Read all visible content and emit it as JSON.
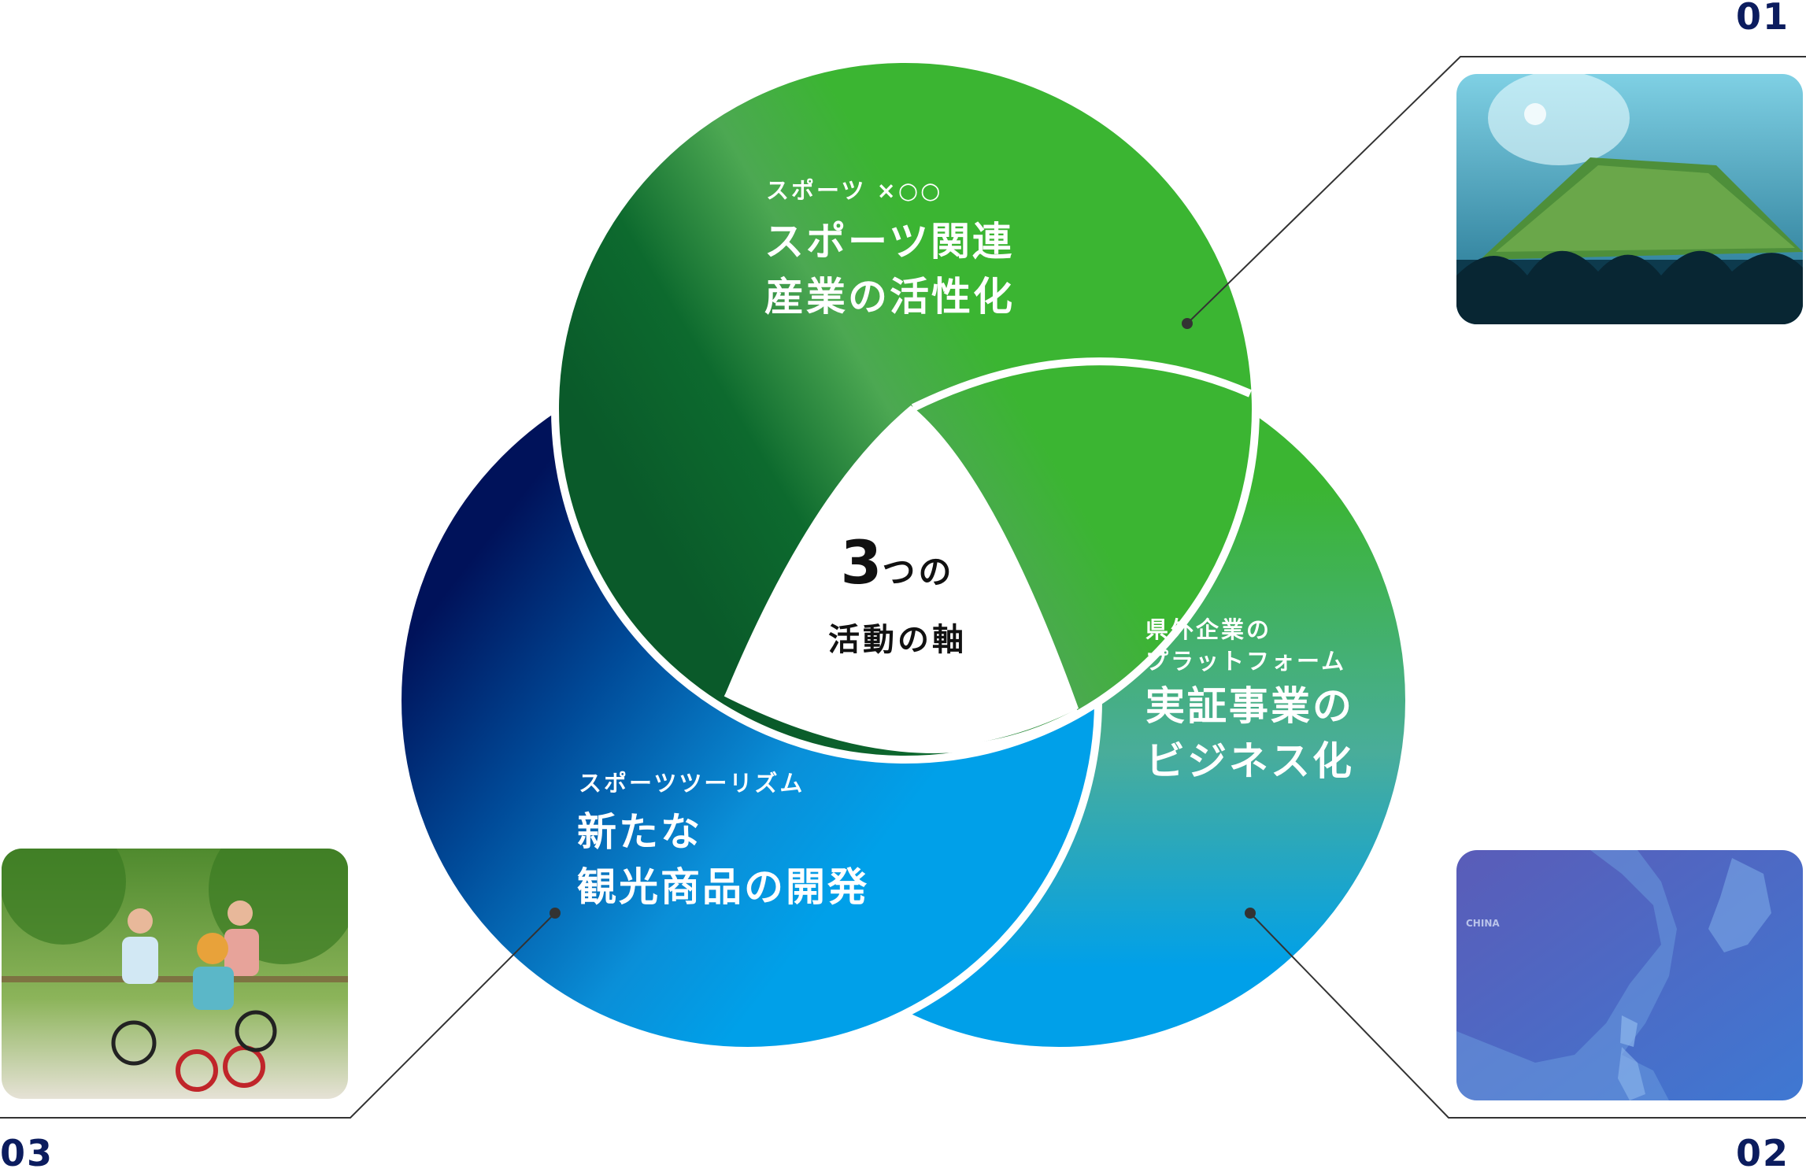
{
  "center": {
    "title_num": "3",
    "title_rest": "つの",
    "subtitle": "活動の軸"
  },
  "items": [
    {
      "number": "01",
      "sub": "スポーツ ×○○",
      "title_line1": "スポーツ関連",
      "title_line2": "産業の活性化",
      "photo_icon": "stadium-photo"
    },
    {
      "number": "02",
      "sub_line1": "県外企業の",
      "sub_line2": "プラットフォーム",
      "title_line1": "実証事業の",
      "title_line2": "ビジネス化",
      "photo_icon": "map-photo",
      "map_label": "CHINA"
    },
    {
      "number": "03",
      "sub": "スポーツツーリズム",
      "title_line1": "新たな",
      "title_line2": "観光商品の開発",
      "photo_icon": "cycling-photo"
    }
  ],
  "colors": {
    "green_dark": "#0a5a2a",
    "green": "#3db52f",
    "navy": "#00125a",
    "blue": "#00a0e9",
    "number": "#0b1c5e"
  }
}
